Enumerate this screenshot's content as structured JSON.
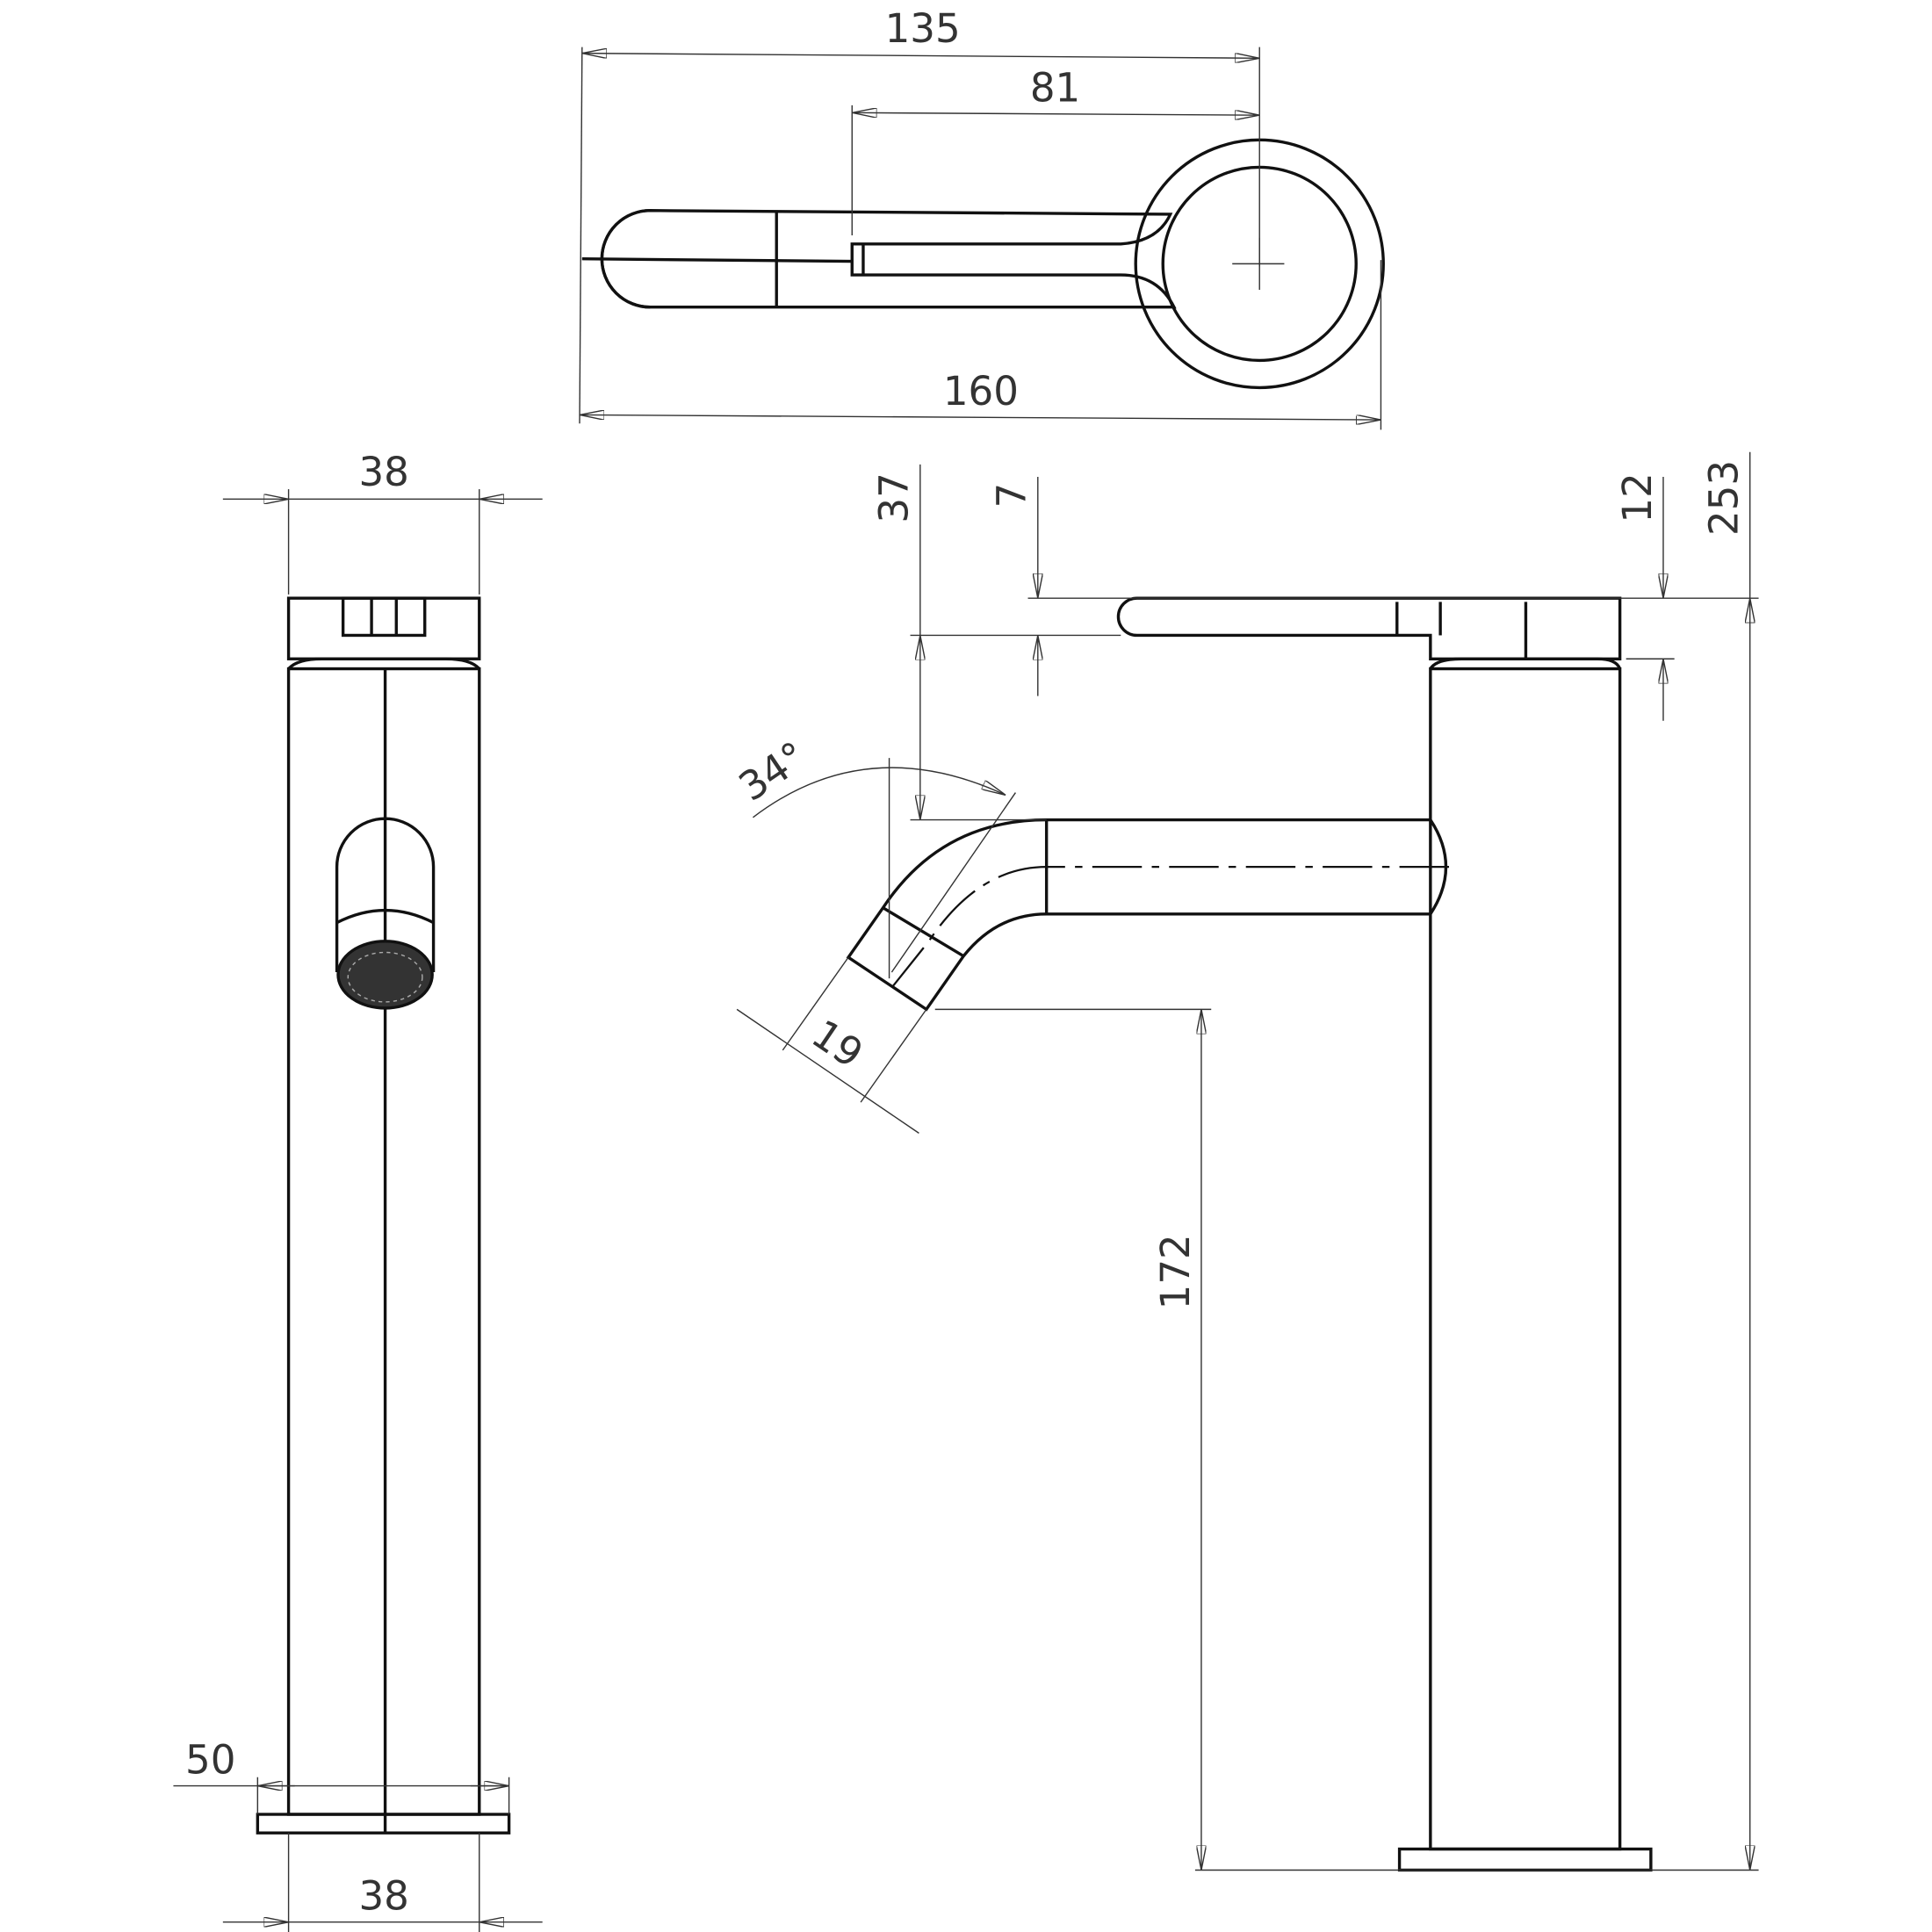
{
  "drawing": {
    "title": "Tall basin mixer technical drawing",
    "stroke_color": "#111111",
    "dimension_color": "#333333",
    "top_view": {
      "overall_length": "135",
      "handle_offset": "81",
      "total_length": "160"
    },
    "front_view": {
      "cap_width": "38",
      "base_width": "50",
      "body_width": "38"
    },
    "side_view": {
      "spout_drop": "37",
      "lever_thickness": "7",
      "cap_height": "12",
      "total_height": "253",
      "spout_angle": "34°",
      "outlet_diameter": "19",
      "outlet_height": "172"
    }
  }
}
